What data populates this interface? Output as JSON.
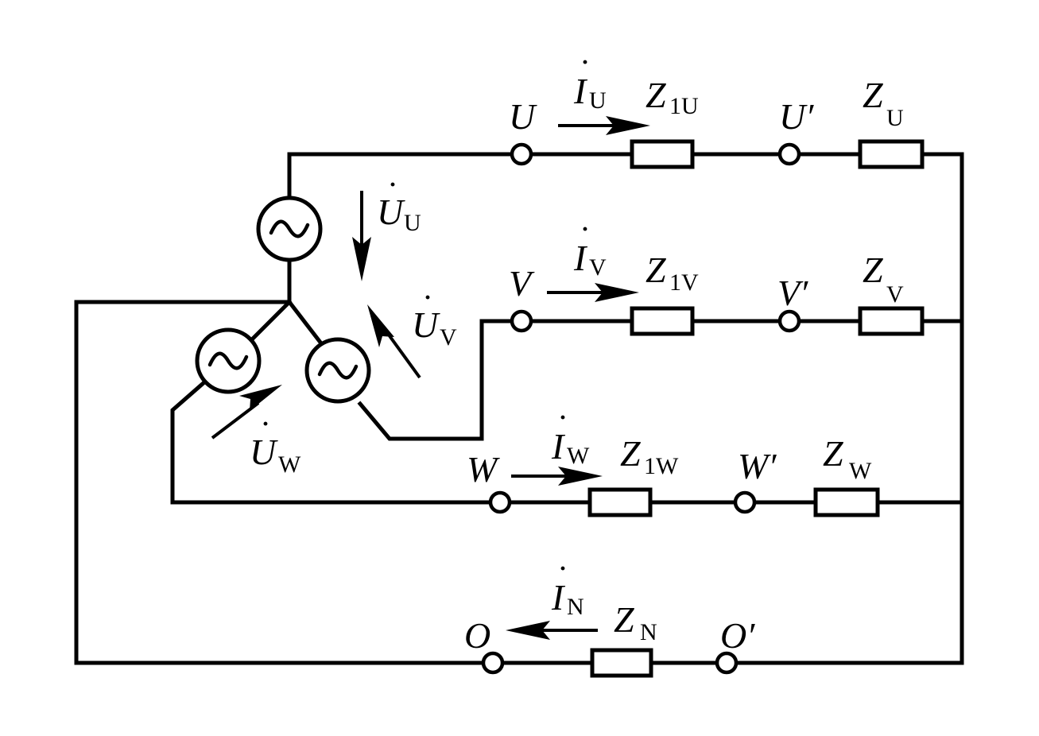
{
  "labels": {
    "node_u": "U",
    "node_v": "V",
    "node_w": "W",
    "node_o": "O",
    "node_u_prime": "U′",
    "node_v_prime": "V′",
    "node_w_prime": "W′",
    "node_o_prime": "O′",
    "current_u": {
      "main": "I",
      "sub": "U"
    },
    "current_v": {
      "main": "I",
      "sub": "V"
    },
    "current_w": {
      "main": "I",
      "sub": "W"
    },
    "current_n": {
      "main": "I",
      "sub": "N"
    },
    "voltage_u": {
      "main": "U",
      "sub": "U"
    },
    "voltage_v": {
      "main": "U",
      "sub": "V"
    },
    "voltage_w": {
      "main": "U",
      "sub": "W"
    },
    "line_imp_u": {
      "main": "Z",
      "sub": "1U"
    },
    "line_imp_v": {
      "main": "Z",
      "sub": "1V"
    },
    "line_imp_w": {
      "main": "Z",
      "sub": "1W"
    },
    "load_imp_u": {
      "main": "Z",
      "sub": "U"
    },
    "load_imp_v": {
      "main": "Z",
      "sub": "V"
    },
    "load_imp_w": {
      "main": "Z",
      "sub": "W"
    },
    "neutral_imp": {
      "main": "Z",
      "sub": "N"
    },
    "phasor_dot": "·"
  }
}
